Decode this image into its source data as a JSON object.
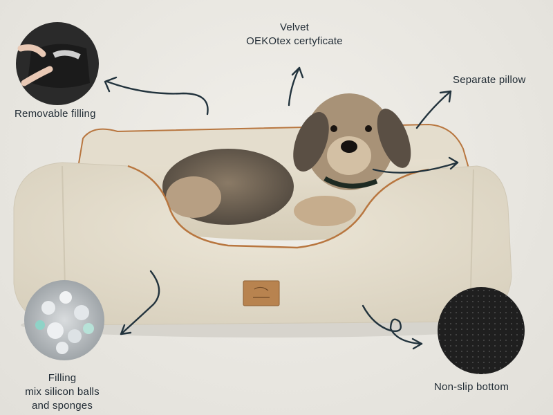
{
  "labels": {
    "velvet_line1": "Velvet",
    "velvet_line2": "OEKOtex certyficate",
    "separate_pillow": "Separate pillow",
    "removable_filling": "Removable filling",
    "filling_line1": "Filling",
    "filling_line2": "mix silicon balls",
    "filling_line3": "and sponges",
    "non_slip_bottom": "Non-slip bottom"
  },
  "colors": {
    "background": "#ebe9e3",
    "bed_fabric": "#e3dccb",
    "piping": "#b8763f",
    "text": "#1f2a33",
    "arrow": "#22333d"
  },
  "icons": {
    "logo_tag": "brand-leather-tag"
  }
}
